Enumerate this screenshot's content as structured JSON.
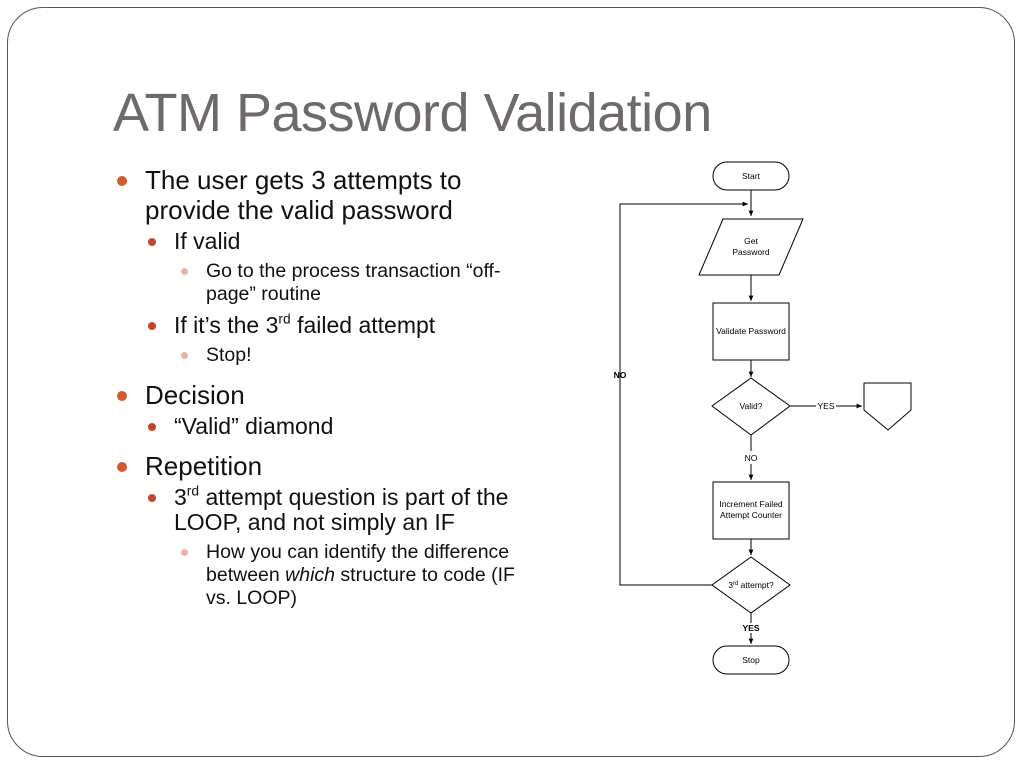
{
  "slide": {
    "title": "ATM Password Validation"
  },
  "bullets": {
    "b1": {
      "text": "The user gets 3 attempts to provide the valid password"
    },
    "b1_1": {
      "text": "If valid"
    },
    "b1_1_1": {
      "text": "Go to the process transaction “off-page” routine"
    },
    "b1_2": {
      "pre": "If it’s the 3",
      "sup": "rd",
      "post": " failed attempt"
    },
    "b1_2_1": {
      "text": "Stop!"
    },
    "b2": {
      "text": "Decision"
    },
    "b2_1": {
      "text": "“Valid” diamond"
    },
    "b3": {
      "text": "Repetition"
    },
    "b3_1": {
      "pre": "3",
      "sup": "rd",
      "post": " attempt question is part of the LOOP, and not simply an IF"
    },
    "b3_1_1": {
      "pre": "How you can identify the difference between ",
      "em": "which",
      "post": " structure to code (IF vs. LOOP)"
    }
  },
  "flowchart": {
    "start": "Start",
    "get_password_1": "Get",
    "get_password_2": "Password",
    "validate": "Validate Password",
    "valid": "Valid?",
    "yes_label": "YES",
    "no_label_valid": "NO",
    "increment_1": "Increment Failed",
    "increment_2": "Attempt Counter",
    "third_pre": "3",
    "third_sup": "rd",
    "third_post": " attempt?",
    "no_label_loop": "NO",
    "yes_label_third": "YES",
    "stop": "Stop"
  },
  "colors": {
    "title": "#6e6a6b",
    "bullet_level1": "#d3592f",
    "bullet_level2": "#c2462a",
    "bullet_level3": "#eab3a6"
  }
}
